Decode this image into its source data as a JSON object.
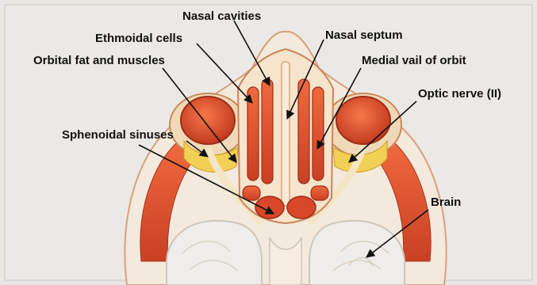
{
  "labels": {
    "nasal_cavities": "Nasal cavities",
    "ethmoidal_cells": "Ethmoidal cells",
    "nasal_septum": "Nasal septum",
    "orbital_fat_muscles": "Orbital fat and muscles",
    "medial_wall": "Medial vail of orbit",
    "optic_nerve": "Optic nerve (II)",
    "sphenoidal_sinuses": "Sphenoidal sinuses",
    "brain": "Brain"
  },
  "colors": {
    "background": "#e9e7e3",
    "bone": "#f1e6d8",
    "tissue": "#e2603a",
    "tissue_dark": "#b8361f",
    "fat": "#f0c84a",
    "brain": "#eeece8",
    "arrow": "#111111"
  }
}
